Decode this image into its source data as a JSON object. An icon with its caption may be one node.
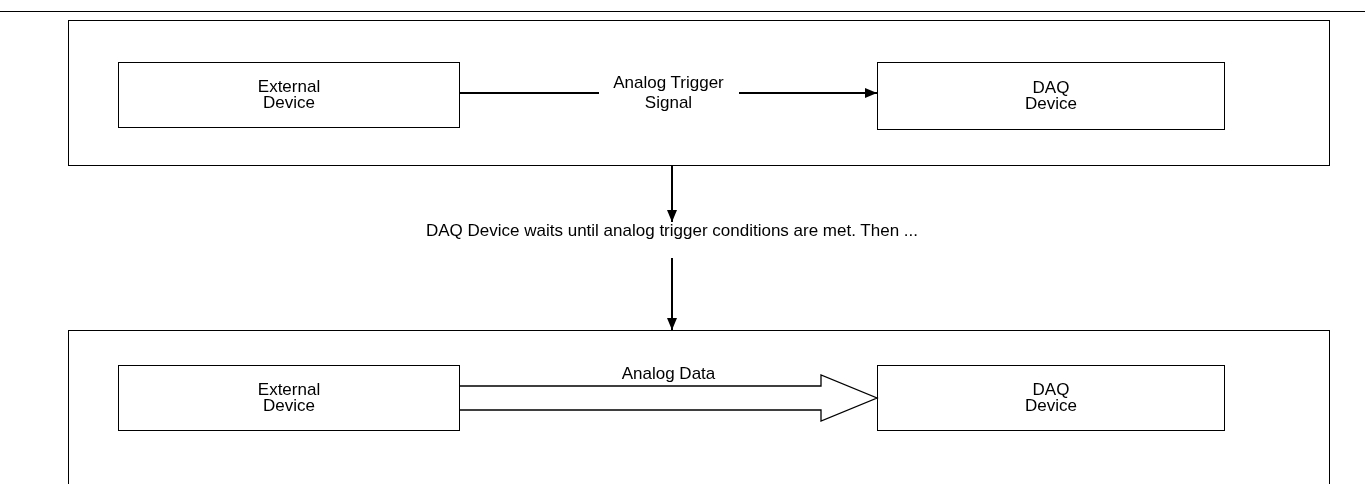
{
  "diagram": {
    "nodes": [
      {
        "text": [],
        "shape": "box"
      },
      {
        "text": [
          "External Device"
        ],
        "in": 0
      },
      {
        "text": [
          "DAQ Device"
        ],
        "in": 0
      },
      {
        "text": [
          "DAQ Device waits until analog trigger conditions are met. Then ..."
        ]
      },
      {
        "text": [],
        "shape": "box"
      },
      {
        "text": [
          "External Device"
        ],
        "in": 4
      },
      {
        "text": [
          "DAQ Device"
        ],
        "in": 4
      }
    ],
    "edges": [
      {
        "from": 1,
        "to": 2,
        "arrow": "to",
        "label": "Analog Trigger Signal"
      },
      {
        "from": 0,
        "to": 3,
        "arrow": "to"
      },
      {
        "from": 3,
        "to": 4,
        "arrow": "to"
      },
      {
        "from": 5,
        "to": 6,
        "arrow": "to",
        "label": "Analog Data",
        "style": "thick"
      }
    ]
  }
}
